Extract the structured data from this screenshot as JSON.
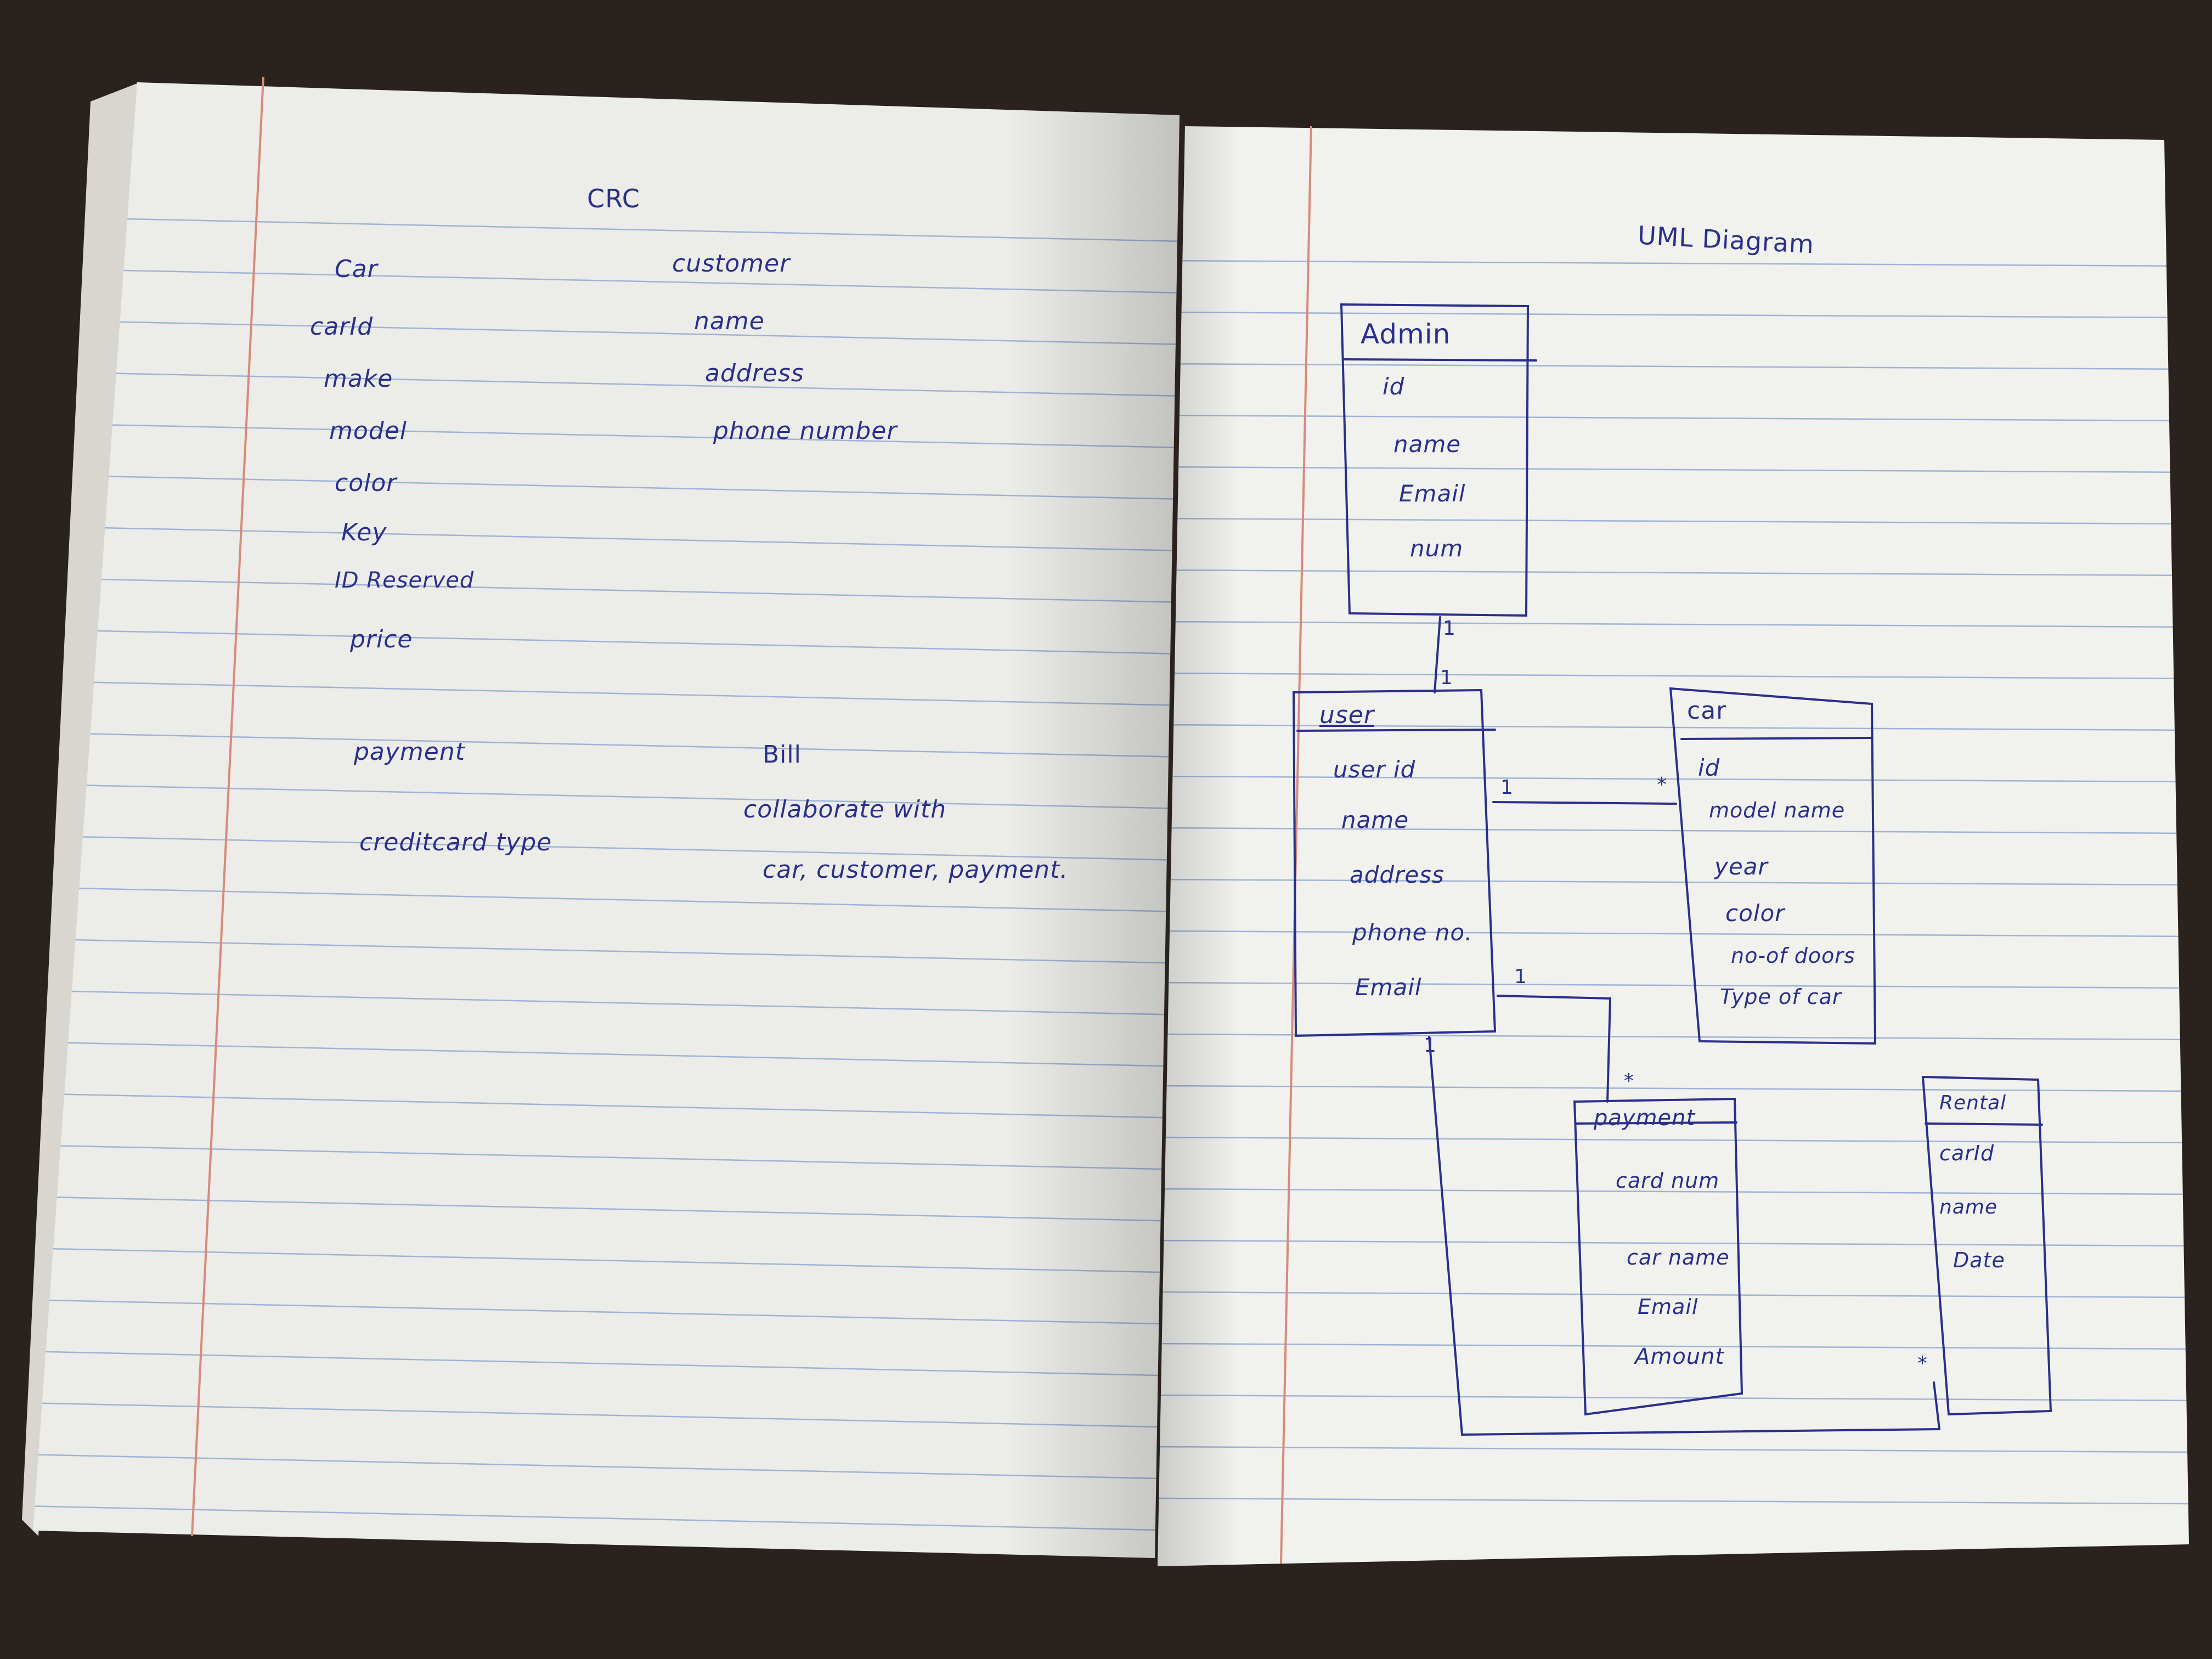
{
  "crc": {
    "heading": "CRC",
    "car": {
      "title": "Car",
      "items": [
        "carId",
        "make",
        "model",
        "color",
        "Key",
        "ID Reserved",
        "price"
      ]
    },
    "customer": {
      "title": "customer",
      "items": [
        "name",
        "address",
        "phone number"
      ]
    },
    "payment": {
      "title": "payment",
      "items": [
        "creditcard type"
      ]
    },
    "bill": {
      "title": "Bill",
      "items": [
        "collaborate with",
        "car, customer, payment."
      ]
    }
  },
  "uml": {
    "heading": "UML Diagram",
    "classes": {
      "admin": {
        "name": "Admin",
        "attributes": [
          "id",
          "name",
          "Email",
          "num"
        ]
      },
      "user": {
        "name": "user",
        "attributes": [
          "user id",
          "name",
          "address",
          "phone no.",
          "Email"
        ]
      },
      "car": {
        "name": "car",
        "attributes": [
          "id",
          "model name",
          "year",
          "color",
          "no-of doors",
          "Type of car"
        ]
      },
      "payment": {
        "name": "payment",
        "attributes": [
          "card num",
          "car name",
          "Email",
          "Amount"
        ]
      },
      "rental": {
        "name": "Rental",
        "attributes": [
          "carId",
          "name",
          "Date"
        ]
      }
    },
    "multiplicities": {
      "admin_user_top": "1",
      "admin_user_bottom": "1",
      "user_car_user": "1",
      "user_car_car": "*",
      "user_payment_user": "1",
      "user_payment_payment": "*",
      "user_rental_user": "1",
      "user_rental_rental": "*"
    }
  },
  "colors": {
    "ink": "#2b2f8c",
    "paper": "#efefeb",
    "rule": "#9fb3d4",
    "margin": "#d98a7a"
  }
}
